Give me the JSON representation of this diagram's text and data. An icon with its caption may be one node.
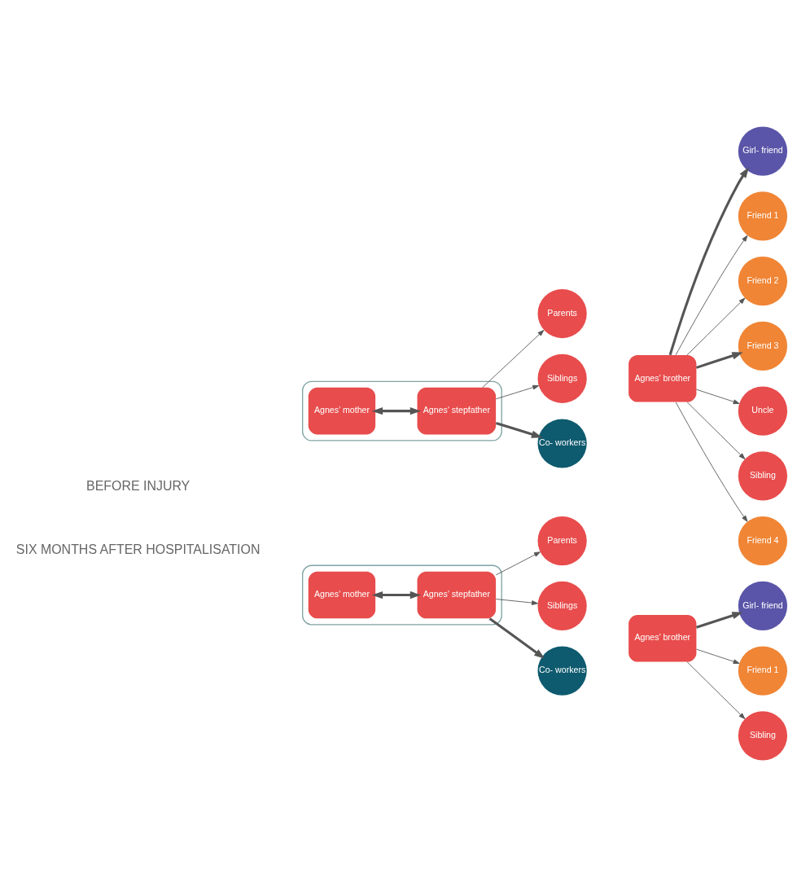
{
  "diagram": {
    "nodes": [
      {
        "text": [],
        "shape": "box"
      },
      {
        "text": [
          "Agnes’ mother"
        ],
        "in": 0
      },
      {
        "text": [
          "Agnes’ stepfather"
        ],
        "in": 0
      },
      {
        "text": [
          "Parents"
        ]
      },
      {
        "text": [
          "Siblings"
        ]
      },
      {
        "text": [
          "Co- workers"
        ]
      },
      {
        "text": [
          "Girl- friend"
        ]
      },
      {
        "text": [
          "Friend 1"
        ]
      },
      {
        "text": [
          "Friend 2"
        ]
      },
      {
        "text": [
          "Agnes’ brother"
        ]
      },
      {
        "text": [
          "Friend 3"
        ]
      },
      {
        "text": [
          "Uncle"
        ]
      },
      {
        "text": [
          "Sibling"
        ]
      },
      {
        "text": [
          "Friend 4"
        ]
      },
      {
        "text": [],
        "shape": "box"
      },
      {
        "text": [
          "Agnes’ mother"
        ],
        "in": 14
      },
      {
        "text": [
          "Agnes’ stepfather"
        ],
        "in": 14
      },
      {
        "text": [
          "Parents"
        ]
      },
      {
        "text": [
          "Siblings"
        ]
      },
      {
        "text": [
          "Co- workers"
        ]
      },
      {
        "text": [
          "Girl- friend"
        ]
      },
      {
        "text": [
          "Friend 1"
        ]
      },
      {
        "text": [
          "Agnes’ brother"
        ]
      },
      {
        "text": [
          "Sibling"
        ]
      }
    ],
    "edges": [
      {
        "from": 1,
        "to": 2,
        "arrow": "both",
        "style": "thick"
      },
      {
        "from": 2,
        "to": 3,
        "arrow": "to"
      },
      {
        "from": 2,
        "to": 4,
        "arrow": "to"
      },
      {
        "from": 2,
        "to": 5,
        "arrow": "to",
        "style": "thick"
      },
      {
        "from": 9,
        "to": 6,
        "arrow": "to",
        "style": "thick"
      },
      {
        "from": 9,
        "to": 7,
        "arrow": "to"
      },
      {
        "from": 9,
        "to": 8,
        "arrow": "to"
      },
      {
        "from": 9,
        "to": 10,
        "arrow": "to",
        "style": "thick"
      },
      {
        "from": 9,
        "to": 11,
        "arrow": "to"
      },
      {
        "from": 9,
        "to": 12,
        "arrow": "to"
      },
      {
        "from": 9,
        "to": 13,
        "arrow": "to"
      },
      {
        "from": 15,
        "to": 16,
        "arrow": "both",
        "style": "thick"
      },
      {
        "from": 16,
        "to": 17,
        "arrow": "to"
      },
      {
        "from": 16,
        "to": 18,
        "arrow": "to"
      },
      {
        "from": 16,
        "to": 19,
        "arrow": "to",
        "style": "thick"
      },
      {
        "from": 22,
        "to": 20,
        "arrow": "to",
        "style": "thick"
      },
      {
        "from": 22,
        "to": 21,
        "arrow": "to"
      },
      {
        "from": 22,
        "to": 23,
        "arrow": "to"
      }
    ],
    "labels": [
      "BEFORE INJURY",
      "SIX MONTHS AFTER HOSPITALISATION"
    ]
  }
}
